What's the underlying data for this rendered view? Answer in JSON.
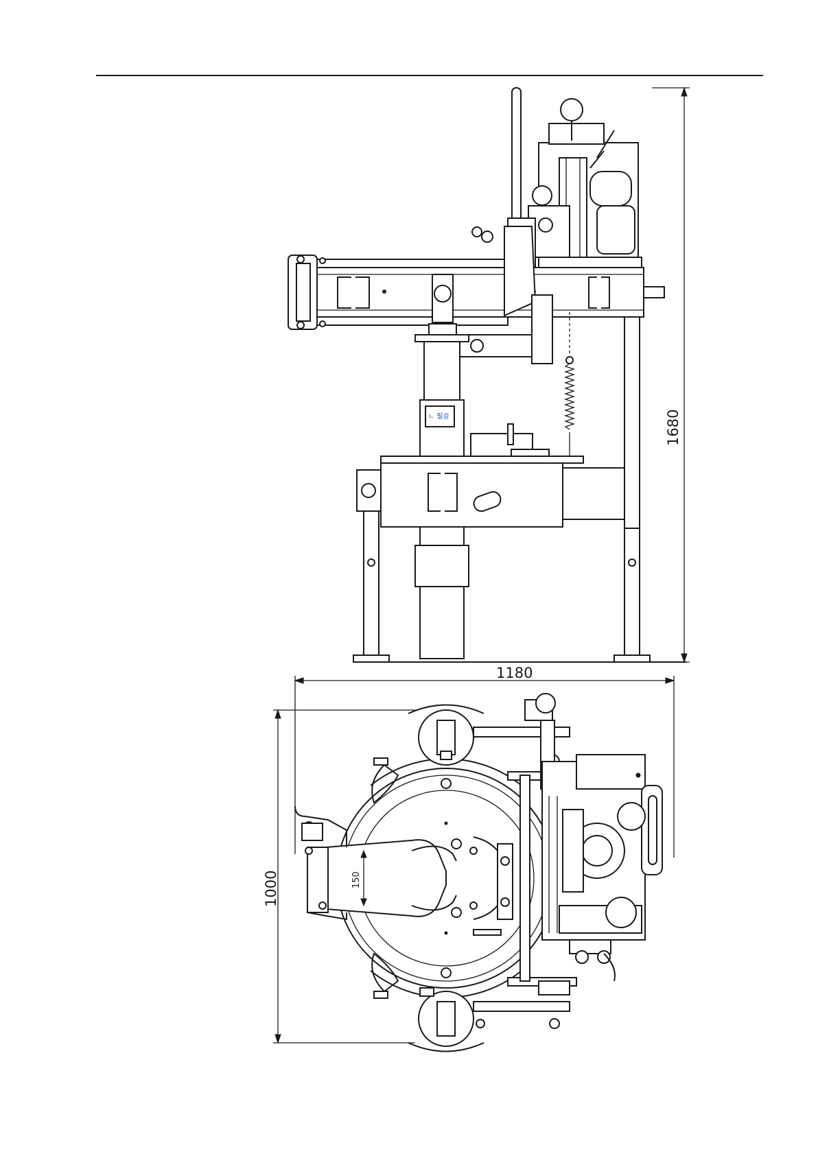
{
  "diagram": {
    "dimensions": {
      "height": "1680",
      "width": "1180",
      "depth": "1000",
      "clamp_width": "150"
    },
    "plate_label": "ㄴ 필승",
    "colors": {
      "line": "#1a1a1a",
      "label": "#1a55c8",
      "background": "#ffffff"
    }
  }
}
